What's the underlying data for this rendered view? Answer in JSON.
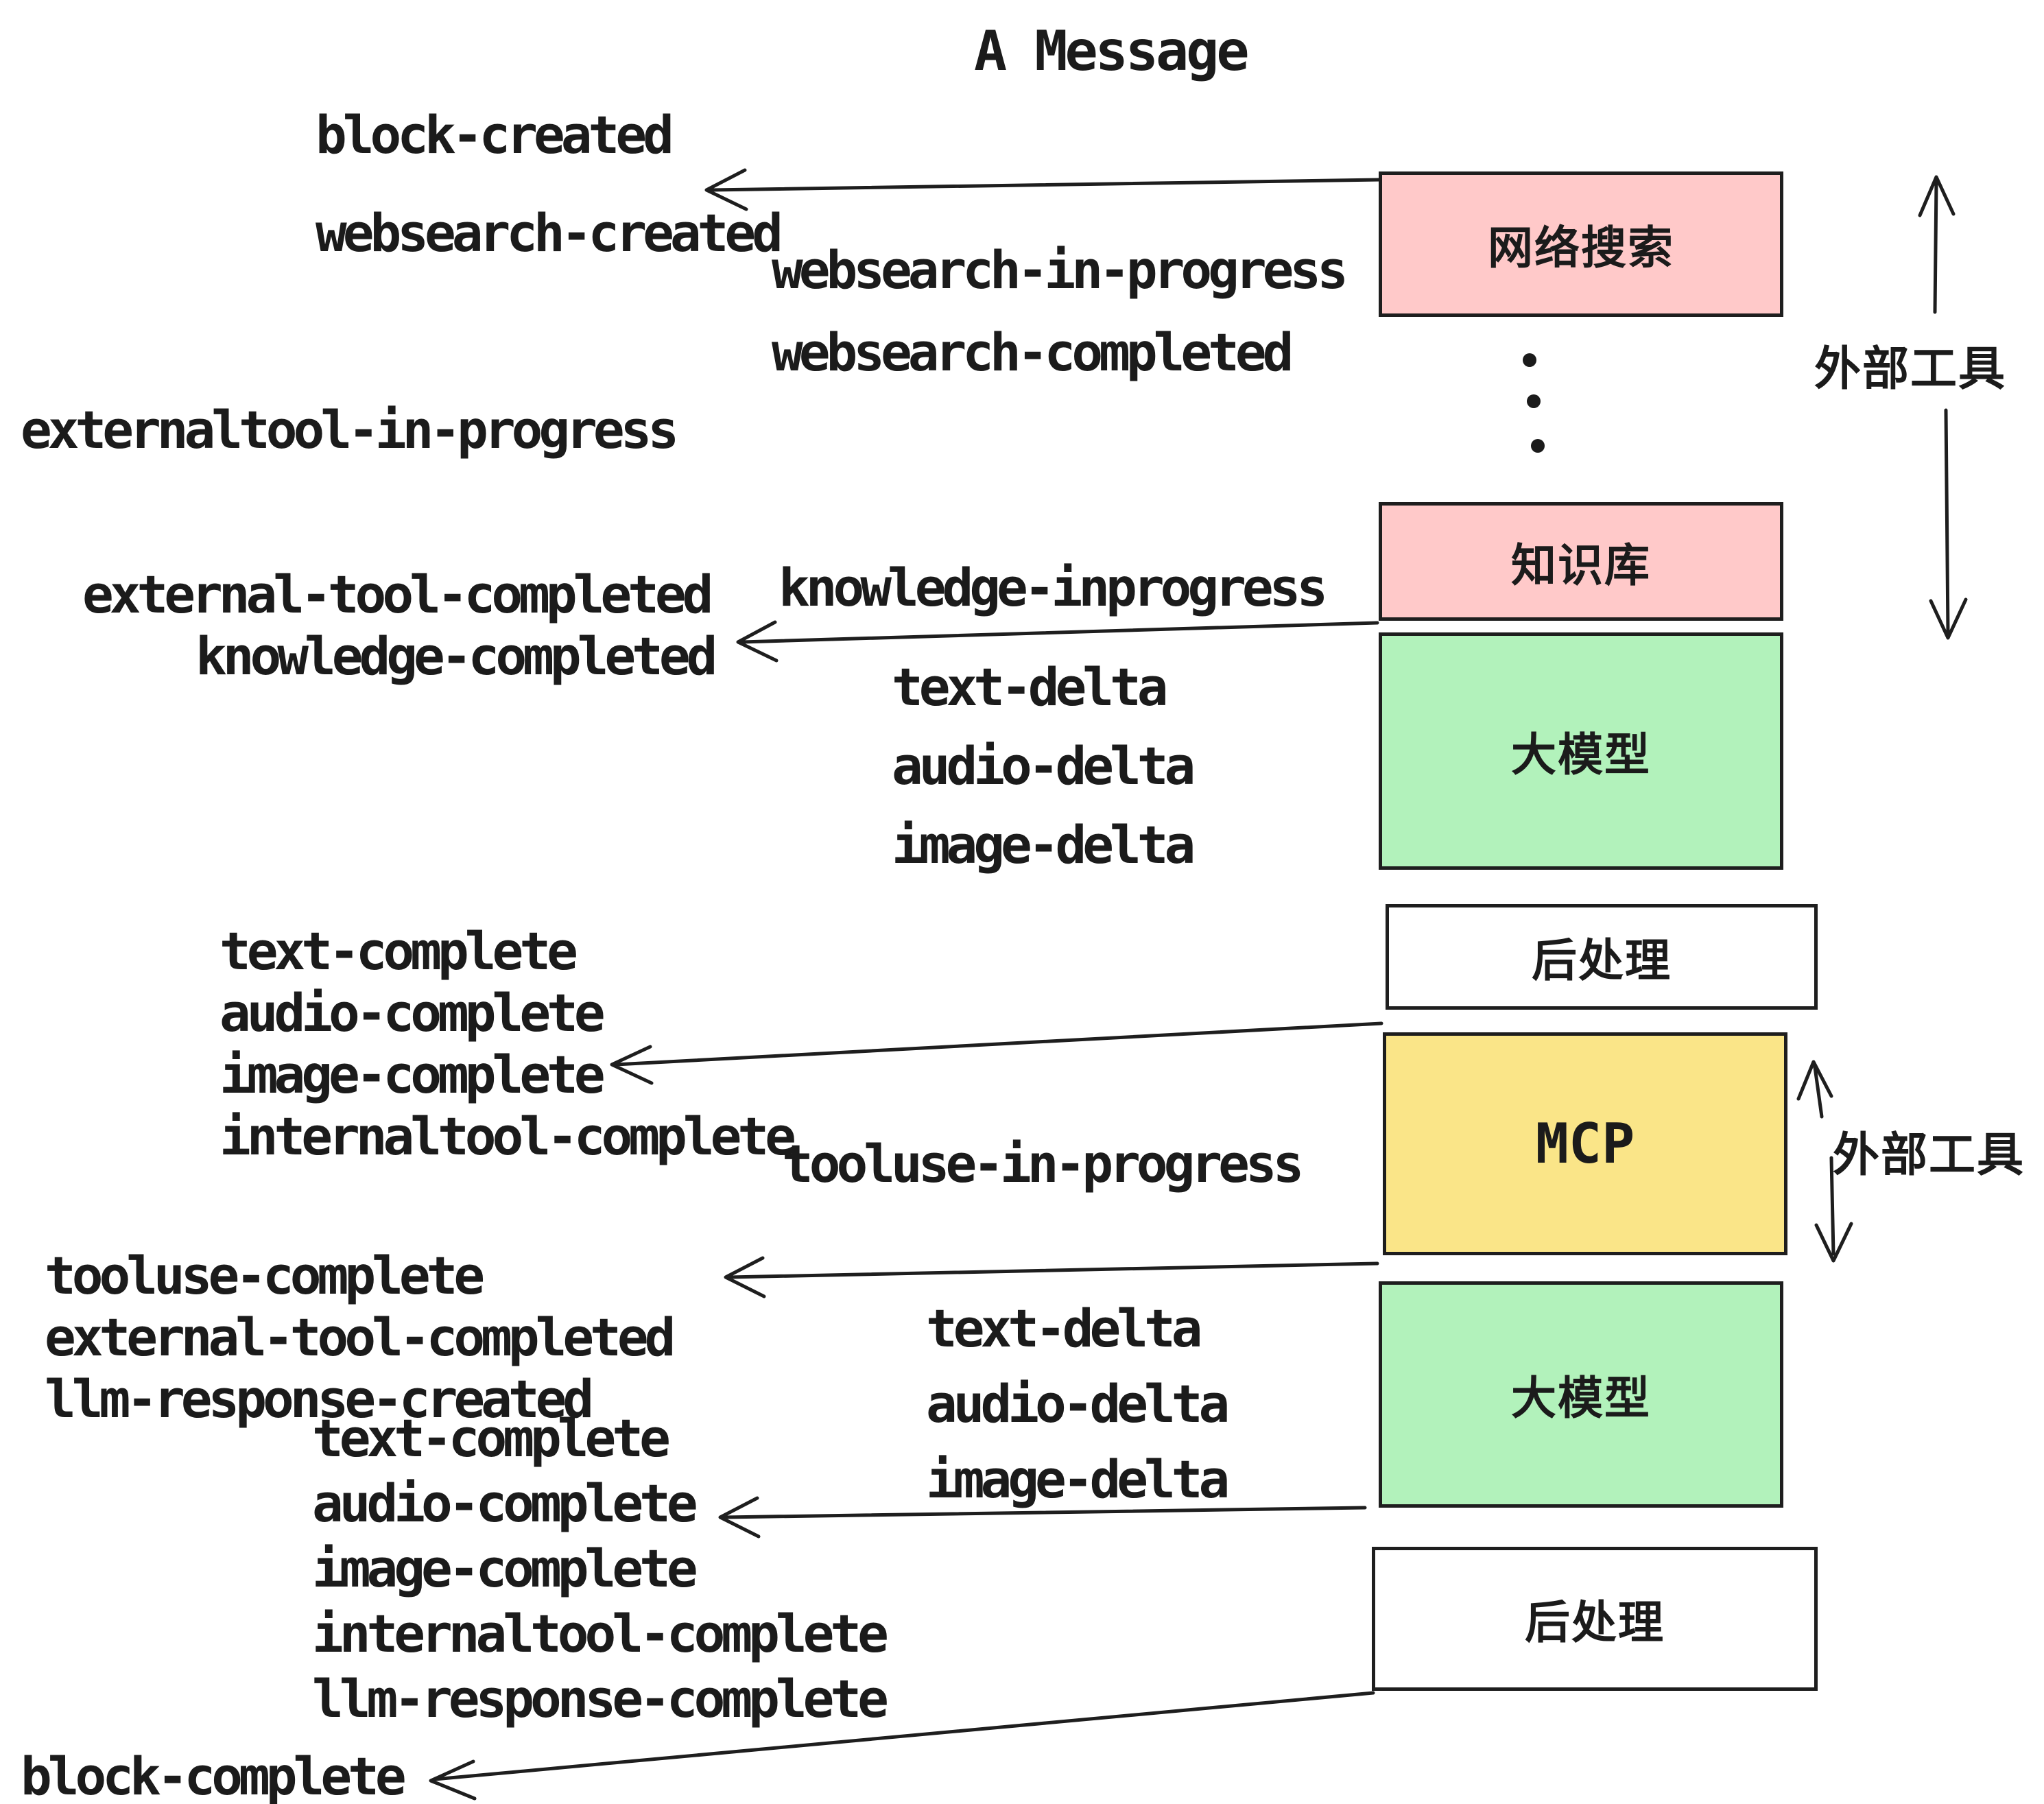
{
  "title": "A Message",
  "colors": {
    "stroke": "#1e1e1e",
    "text": "#1b1b1b",
    "pink": "#ffc9c9",
    "green": "#b2f2bb",
    "yellow": "#fae588",
    "white": "#ffffff"
  },
  "events": {
    "block_created": "block-created",
    "websearch_created": "websearch-created",
    "websearch_in_progress": "websearch-in-progress",
    "websearch_completed": "websearch-completed",
    "externaltool_in_progress": "externaltool-in-progress",
    "knowledge_inprogress": "knowledge-inprogress",
    "external_tool_completed": "external-tool-completed",
    "knowledge_completed": "knowledge-completed",
    "text_delta": "text-delta",
    "audio_delta": "audio-delta",
    "image_delta": "image-delta",
    "text_complete": "text-complete",
    "audio_complete": "audio-complete",
    "image_complete": "image-complete",
    "internaltool_complete": "internaltool-complete",
    "tooluse_in_progress": "tooluse-in-progress",
    "tooluse_complete": "tooluse-complete",
    "llm_response_created": "llm-response-created",
    "llm_response_complete": "llm-response-complete",
    "block_complete": "block-complete"
  },
  "boxes": {
    "websearch": {
      "label": "网络搜索",
      "color": "#ffc9c9"
    },
    "knowledge": {
      "label": "知识库",
      "color": "#ffc9c9"
    },
    "llm": {
      "label": "大模型",
      "color": "#b2f2bb"
    },
    "postprocess": {
      "label": "后处理",
      "color": "#ffffff"
    },
    "mcp": {
      "label": "MCP",
      "color": "#fae588"
    }
  },
  "annotations": {
    "external_tools": "外部工具"
  }
}
